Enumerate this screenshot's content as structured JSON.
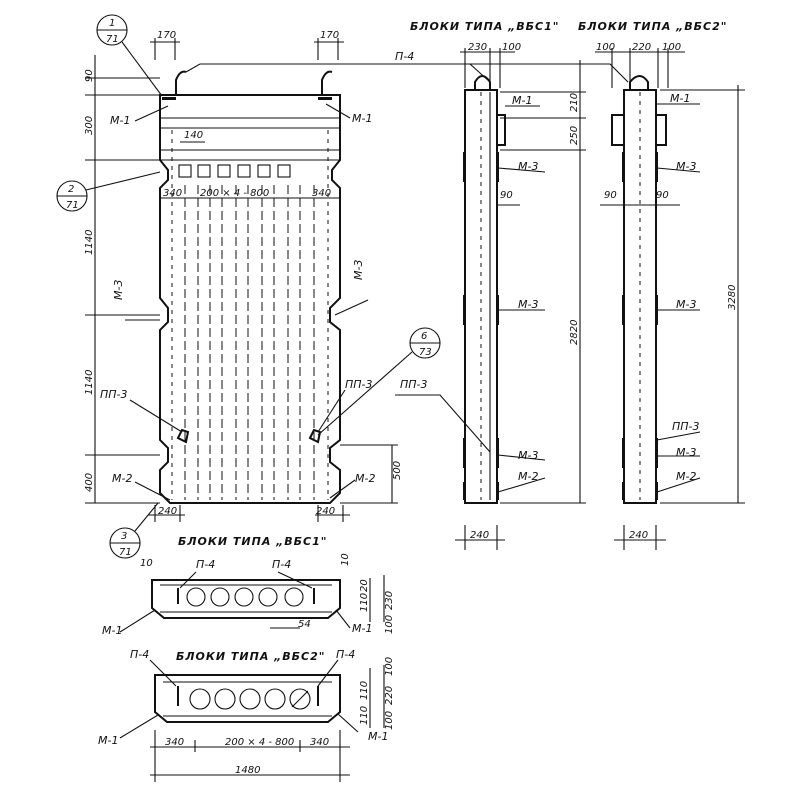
{
  "titles": {
    "vbs1": "БЛОКИ ТИПА „ВБС1\"",
    "vbs2": "БЛОКИ ТИПА „ВБС2\""
  },
  "callouts": [
    {
      "num": "1",
      "sheet": "71"
    },
    {
      "num": "2",
      "sheet": "71"
    },
    {
      "num": "3",
      "sheet": "71"
    },
    {
      "num": "6",
      "sheet": "73"
    }
  ],
  "marks": {
    "m1": "М-1",
    "m2": "М-2",
    "m3": "М-3",
    "p4": "П-4",
    "pp3": "ПП-3"
  },
  "dims": {
    "d170": "170",
    "d90": "90",
    "d300": "300",
    "d140": "140",
    "d340": "340",
    "d200x4": "200 × 4 - 800",
    "d1140": "1140",
    "d400": "400",
    "d500": "500",
    "d240": "240",
    "d230": "230",
    "d100": "100",
    "d210": "210",
    "d250": "250",
    "d2820": "2820",
    "d220": "220",
    "d3280": "3280",
    "d10": "10",
    "d20": "20",
    "d110": "110",
    "d54": "54",
    "d1480": "1480"
  }
}
